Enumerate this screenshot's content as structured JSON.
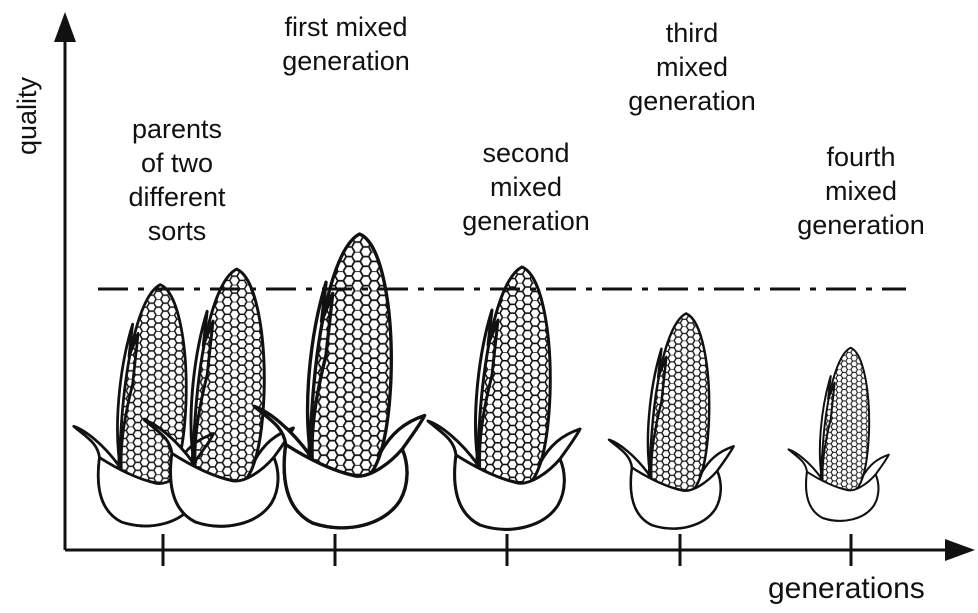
{
  "axes": {
    "y_label": "quality",
    "x_label": "generations"
  },
  "groups": [
    {
      "id": "parents",
      "label_lines": [
        "parents",
        "of two",
        "different",
        "sorts"
      ]
    },
    {
      "id": "first",
      "label_lines": [
        "first mixed",
        "generation"
      ]
    },
    {
      "id": "second",
      "label_lines": [
        "second",
        "mixed",
        "generation"
      ]
    },
    {
      "id": "third",
      "label_lines": [
        "third",
        "mixed",
        "generation"
      ]
    },
    {
      "id": "fourth",
      "label_lines": [
        "fourth",
        "mixed",
        "generation"
      ]
    }
  ],
  "colors": {
    "ink": "#111111",
    "background": "#ffffff"
  },
  "icons": [
    "corn-cob-icon"
  ]
}
